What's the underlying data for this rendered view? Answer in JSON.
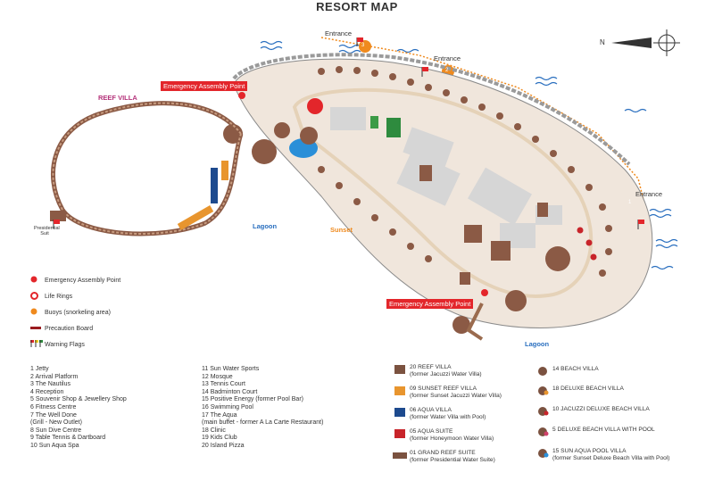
{
  "title": "RESORT MAP",
  "north_label": "N",
  "map_labels": {
    "entrance_top": "Entrance",
    "entrance_mid": "Entrance",
    "entrance_right": "Entrance",
    "lagoon_left": "Lagoon",
    "sunset": "Sunset",
    "lagoon_bottom": "Lagoon",
    "reef_villa": "REEF VILLA",
    "assembly_top": "Emergency Assembly Point",
    "assembly_bottom": "Emergency Assembly Point",
    "presidential": "Presidential Suit",
    "buoy_numbers": [
      "3",
      "2",
      "1"
    ]
  },
  "legend": [
    {
      "label": "Emergency Assembly Point",
      "icon": "assembly-dot-icon"
    },
    {
      "label": "Life Rings",
      "icon": "life-ring-icon"
    },
    {
      "label": "Buoys (snorkeling area)",
      "icon": "buoy-icon"
    },
    {
      "label": "Precaution Board",
      "icon": "board-icon"
    },
    {
      "label": "Warning Flags",
      "icon": "flag-icon"
    }
  ],
  "facilities_col1": [
    "1  Jetty",
    "2  Arrival Platform",
    "3  The Nautilus",
    "4  Reception",
    "5  Souvenir Shop & Jewellery Shop",
    "6  Fitness Centre",
    "7  The Well Done",
    "    (Grill - New Outlet)",
    "8  Sun Dive Centre",
    "9  Table Tennis & Dartboard",
    "10  Sun Aqua Spa"
  ],
  "facilities_col2": [
    "11  Sun Water Sports",
    "12  Mosque",
    "13  Tennis Court",
    "14  Badminton Court",
    "15  Positive Energy (former Pool Bar)",
    "16  Swimming Pool",
    "17  The Aqua",
    "    (main buffet - former A La Carte  Restaurant)",
    "18  Clinic",
    "19  Kids Club",
    "20  Island Pizza"
  ],
  "villas_col1": [
    {
      "name": "20 REEF VILLA",
      "sub": "(former Jacuzzi Water Villa)",
      "color": "#7b5240"
    },
    {
      "name": "09 SUNSET REEF VILLA",
      "sub": "(former Sunset Jacuzzi Water Villa)",
      "color": "#e8952e"
    },
    {
      "name": "06 AQUA VILLA",
      "sub": "(former Water Villa with Pool)",
      "color": "#1d4a8e"
    },
    {
      "name": "05 AQUA SUITE",
      "sub": "(former Honeymoon Water Villa)",
      "color": "#c8242a"
    },
    {
      "name": "01 GRAND REEF SUITE",
      "sub": "(former Presidential Water Suite)",
      "color": "#7b5240"
    }
  ],
  "villas_col2": [
    {
      "name": "14 BEACH VILLA",
      "sub": "",
      "color": "#7b5240"
    },
    {
      "name": "18 DELUXE BEACH VILLA",
      "sub": "",
      "color": "#e8952e"
    },
    {
      "name": "10 JACUZZI DELUXE BEACH VILLA",
      "sub": "",
      "color": "#c8242a"
    },
    {
      "name": "5 DELUXE BEACH VILLA WITH POOL",
      "sub": "",
      "color": "#d0406a"
    },
    {
      "name": "15 SUN AQUA POOL VILLA",
      "sub": "(former Sunset Deluxe Beach Villa with Pool)",
      "color": "#7b5240"
    }
  ]
}
